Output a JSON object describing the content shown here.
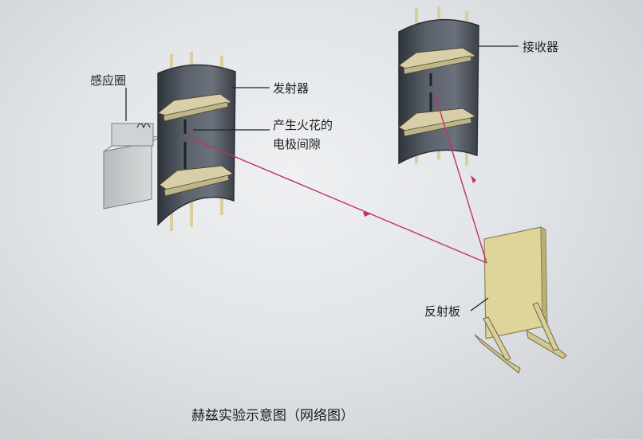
{
  "caption": "赫兹实验示意图（网络图）",
  "labels": {
    "induction_coil": "感应圈",
    "transmitter": "发射器",
    "spark_gap_line1": "产生火花的",
    "spark_gap_line2": "电极间隙",
    "receiver": "接收器",
    "reflector": "反射板"
  },
  "colors": {
    "wave_path": "#c2306a",
    "cylinder": "#4f5660",
    "reflector": "#ddd59a",
    "rods": "#d9cf9e"
  }
}
